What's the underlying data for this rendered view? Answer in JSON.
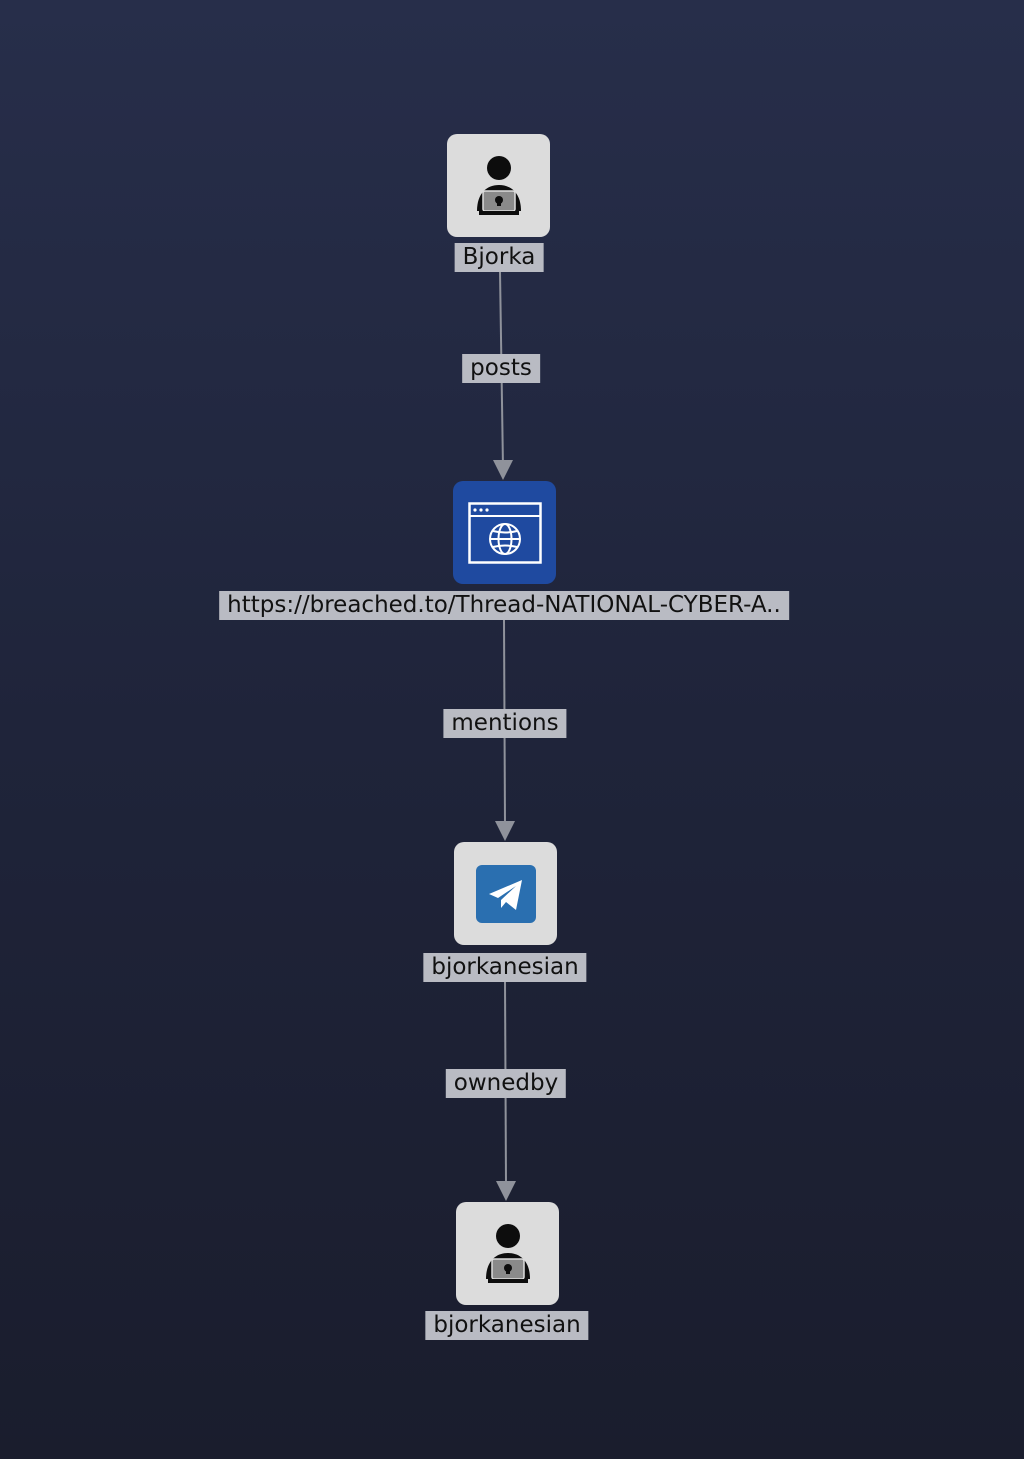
{
  "nodes": [
    {
      "label": "Bjorka",
      "icon": "hacker-icon"
    },
    {
      "label": "https://breached.to/Thread-NATIONAL-CYBER-A..",
      "icon": "browser-globe-icon"
    },
    {
      "label": "bjorkanesian",
      "icon": "telegram-icon"
    },
    {
      "label": "bjorkanesian",
      "icon": "hacker-icon"
    }
  ],
  "edges": [
    {
      "label": "posts"
    },
    {
      "label": "mentions"
    },
    {
      "label": "ownedby"
    }
  ],
  "colors": {
    "node_light": "#dcdcdc",
    "node_blue": "#1f4aa0",
    "telegram": "#2a6fb0",
    "edge": "#8f929b",
    "label_bg": "#b9bbc3"
  }
}
